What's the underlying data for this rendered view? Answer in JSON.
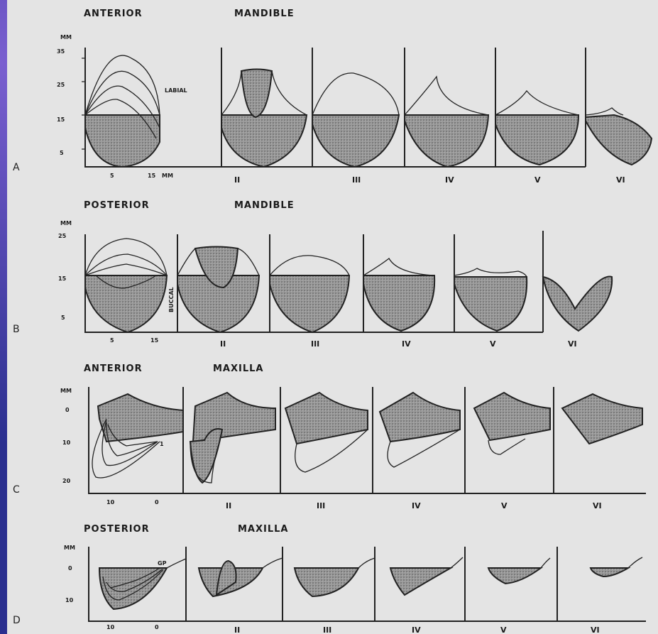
{
  "colors": {
    "background": "#2a2f8f",
    "plate": "#e4e4e4",
    "ink": "#1a1a1a",
    "shade": "#8a8a8a"
  },
  "rows": [
    {
      "letter": "A",
      "title_left": "ANTERIOR",
      "title_right": "MANDIBLE",
      "unit": "MM",
      "y_ticks": [
        "35",
        "25",
        "15",
        "5"
      ],
      "side_label": "LABIAL",
      "x_ticks": [
        "5",
        "15",
        "MM"
      ],
      "panels": [
        "II",
        "III",
        "IV",
        "V",
        "VI"
      ]
    },
    {
      "letter": "B",
      "title_left": "POSTERIOR",
      "title_right": "MANDIBLE",
      "unit": "MM",
      "y_ticks": [
        "25",
        "15",
        "5"
      ],
      "side_label": "BUCCAL",
      "x_ticks": [
        "5",
        "15"
      ],
      "panels": [
        "II",
        "III",
        "IV",
        "V",
        "VI"
      ]
    },
    {
      "letter": "C",
      "title_left": "ANTERIOR",
      "title_right": "MAXILLA",
      "unit": "MM",
      "y_ticks": [
        "0",
        "10",
        "20"
      ],
      "side_label": "1",
      "x_ticks": [
        "10",
        "0"
      ],
      "panels": [
        "II",
        "III",
        "IV",
        "V",
        "VI"
      ]
    },
    {
      "letter": "D",
      "title_left": "POSTERIOR",
      "title_right": "MAXILLA",
      "unit": "MM",
      "y_ticks": [
        "0",
        "10"
      ],
      "side_label": "GP",
      "x_ticks": [
        "10",
        "0"
      ],
      "panels": [
        "II",
        "III",
        "IV",
        "V",
        "VI"
      ]
    }
  ]
}
